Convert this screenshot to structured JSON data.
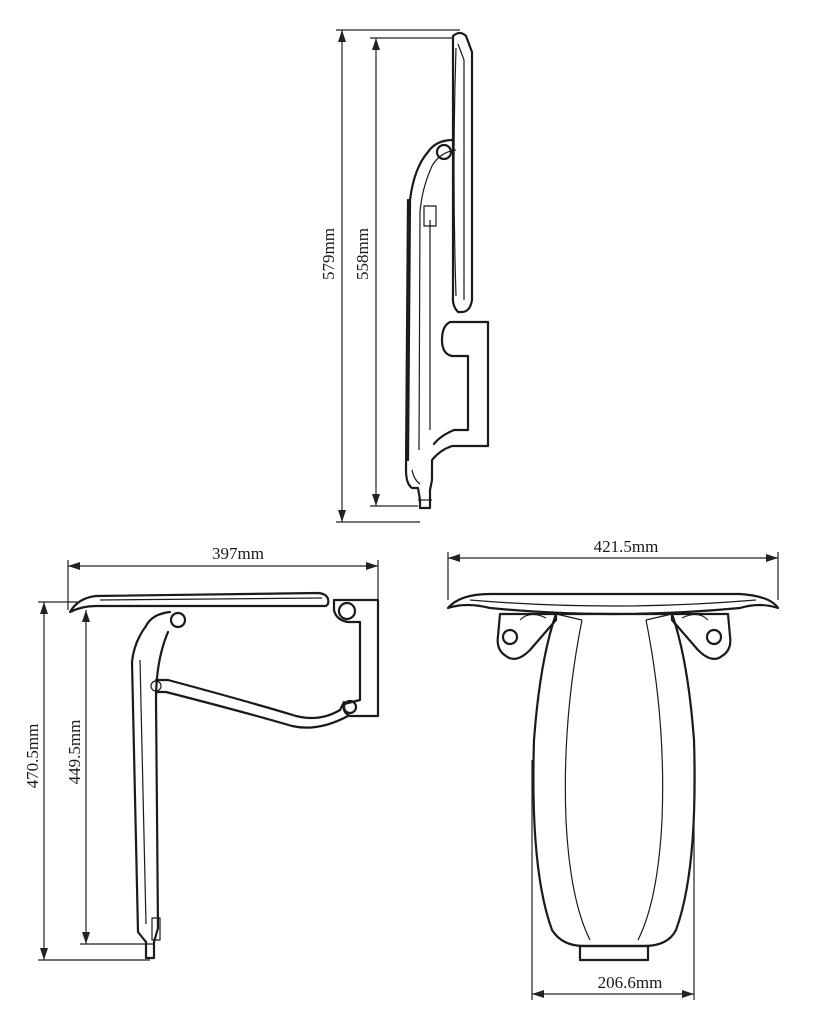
{
  "dimensions": {
    "side_view_total_height": "579mm",
    "side_view_back_height": "558mm",
    "open_depth": "397mm",
    "open_total_height": "470.5mm",
    "open_leg_height": "449.5mm",
    "seat_width": "421.5mm",
    "leg_width": "206.6mm"
  }
}
